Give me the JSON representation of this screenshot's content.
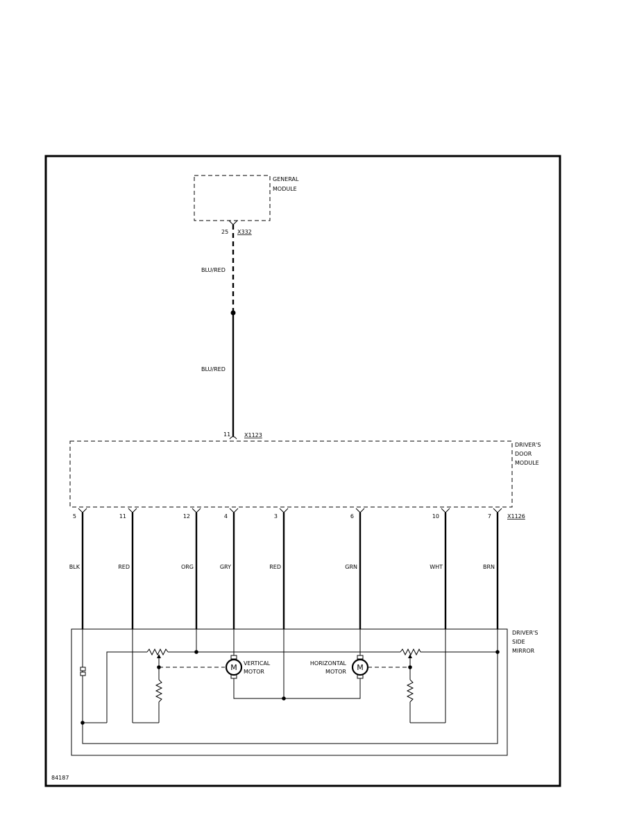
{
  "figure_id": "84187",
  "general_module": {
    "label_line1": "GENERAL",
    "label_line2": "MODULE",
    "pin": "25",
    "connector": "X332"
  },
  "feed_wire": {
    "color_upper": "BLU/RED",
    "color_lower": "BLU/RED"
  },
  "door_module": {
    "label_line1": "DRIVER'S",
    "label_line2": "DOOR",
    "label_line3": "MODULE",
    "input_pin": "11",
    "input_connector": "X1123",
    "output_connector": "X1126",
    "pins": [
      {
        "pin": "5",
        "color": "BLK"
      },
      {
        "pin": "11",
        "color": "RED"
      },
      {
        "pin": "12",
        "color": "ORG"
      },
      {
        "pin": "4",
        "color": "GRY"
      },
      {
        "pin": "3",
        "color": "RED"
      },
      {
        "pin": "6",
        "color": "GRN"
      },
      {
        "pin": "10",
        "color": "WHT"
      },
      {
        "pin": "7",
        "color": "BRN"
      }
    ]
  },
  "mirror": {
    "label_line1": "DRIVER'S",
    "label_line2": "SIDE",
    "label_line3": "MIRROR",
    "vertical_motor": {
      "symbol": "M",
      "label_line1": "VERTICAL",
      "label_line2": "MOTOR"
    },
    "horizontal_motor": {
      "symbol": "M",
      "label_line1": "HORIZONTAL",
      "label_line2": "MOTOR"
    }
  }
}
